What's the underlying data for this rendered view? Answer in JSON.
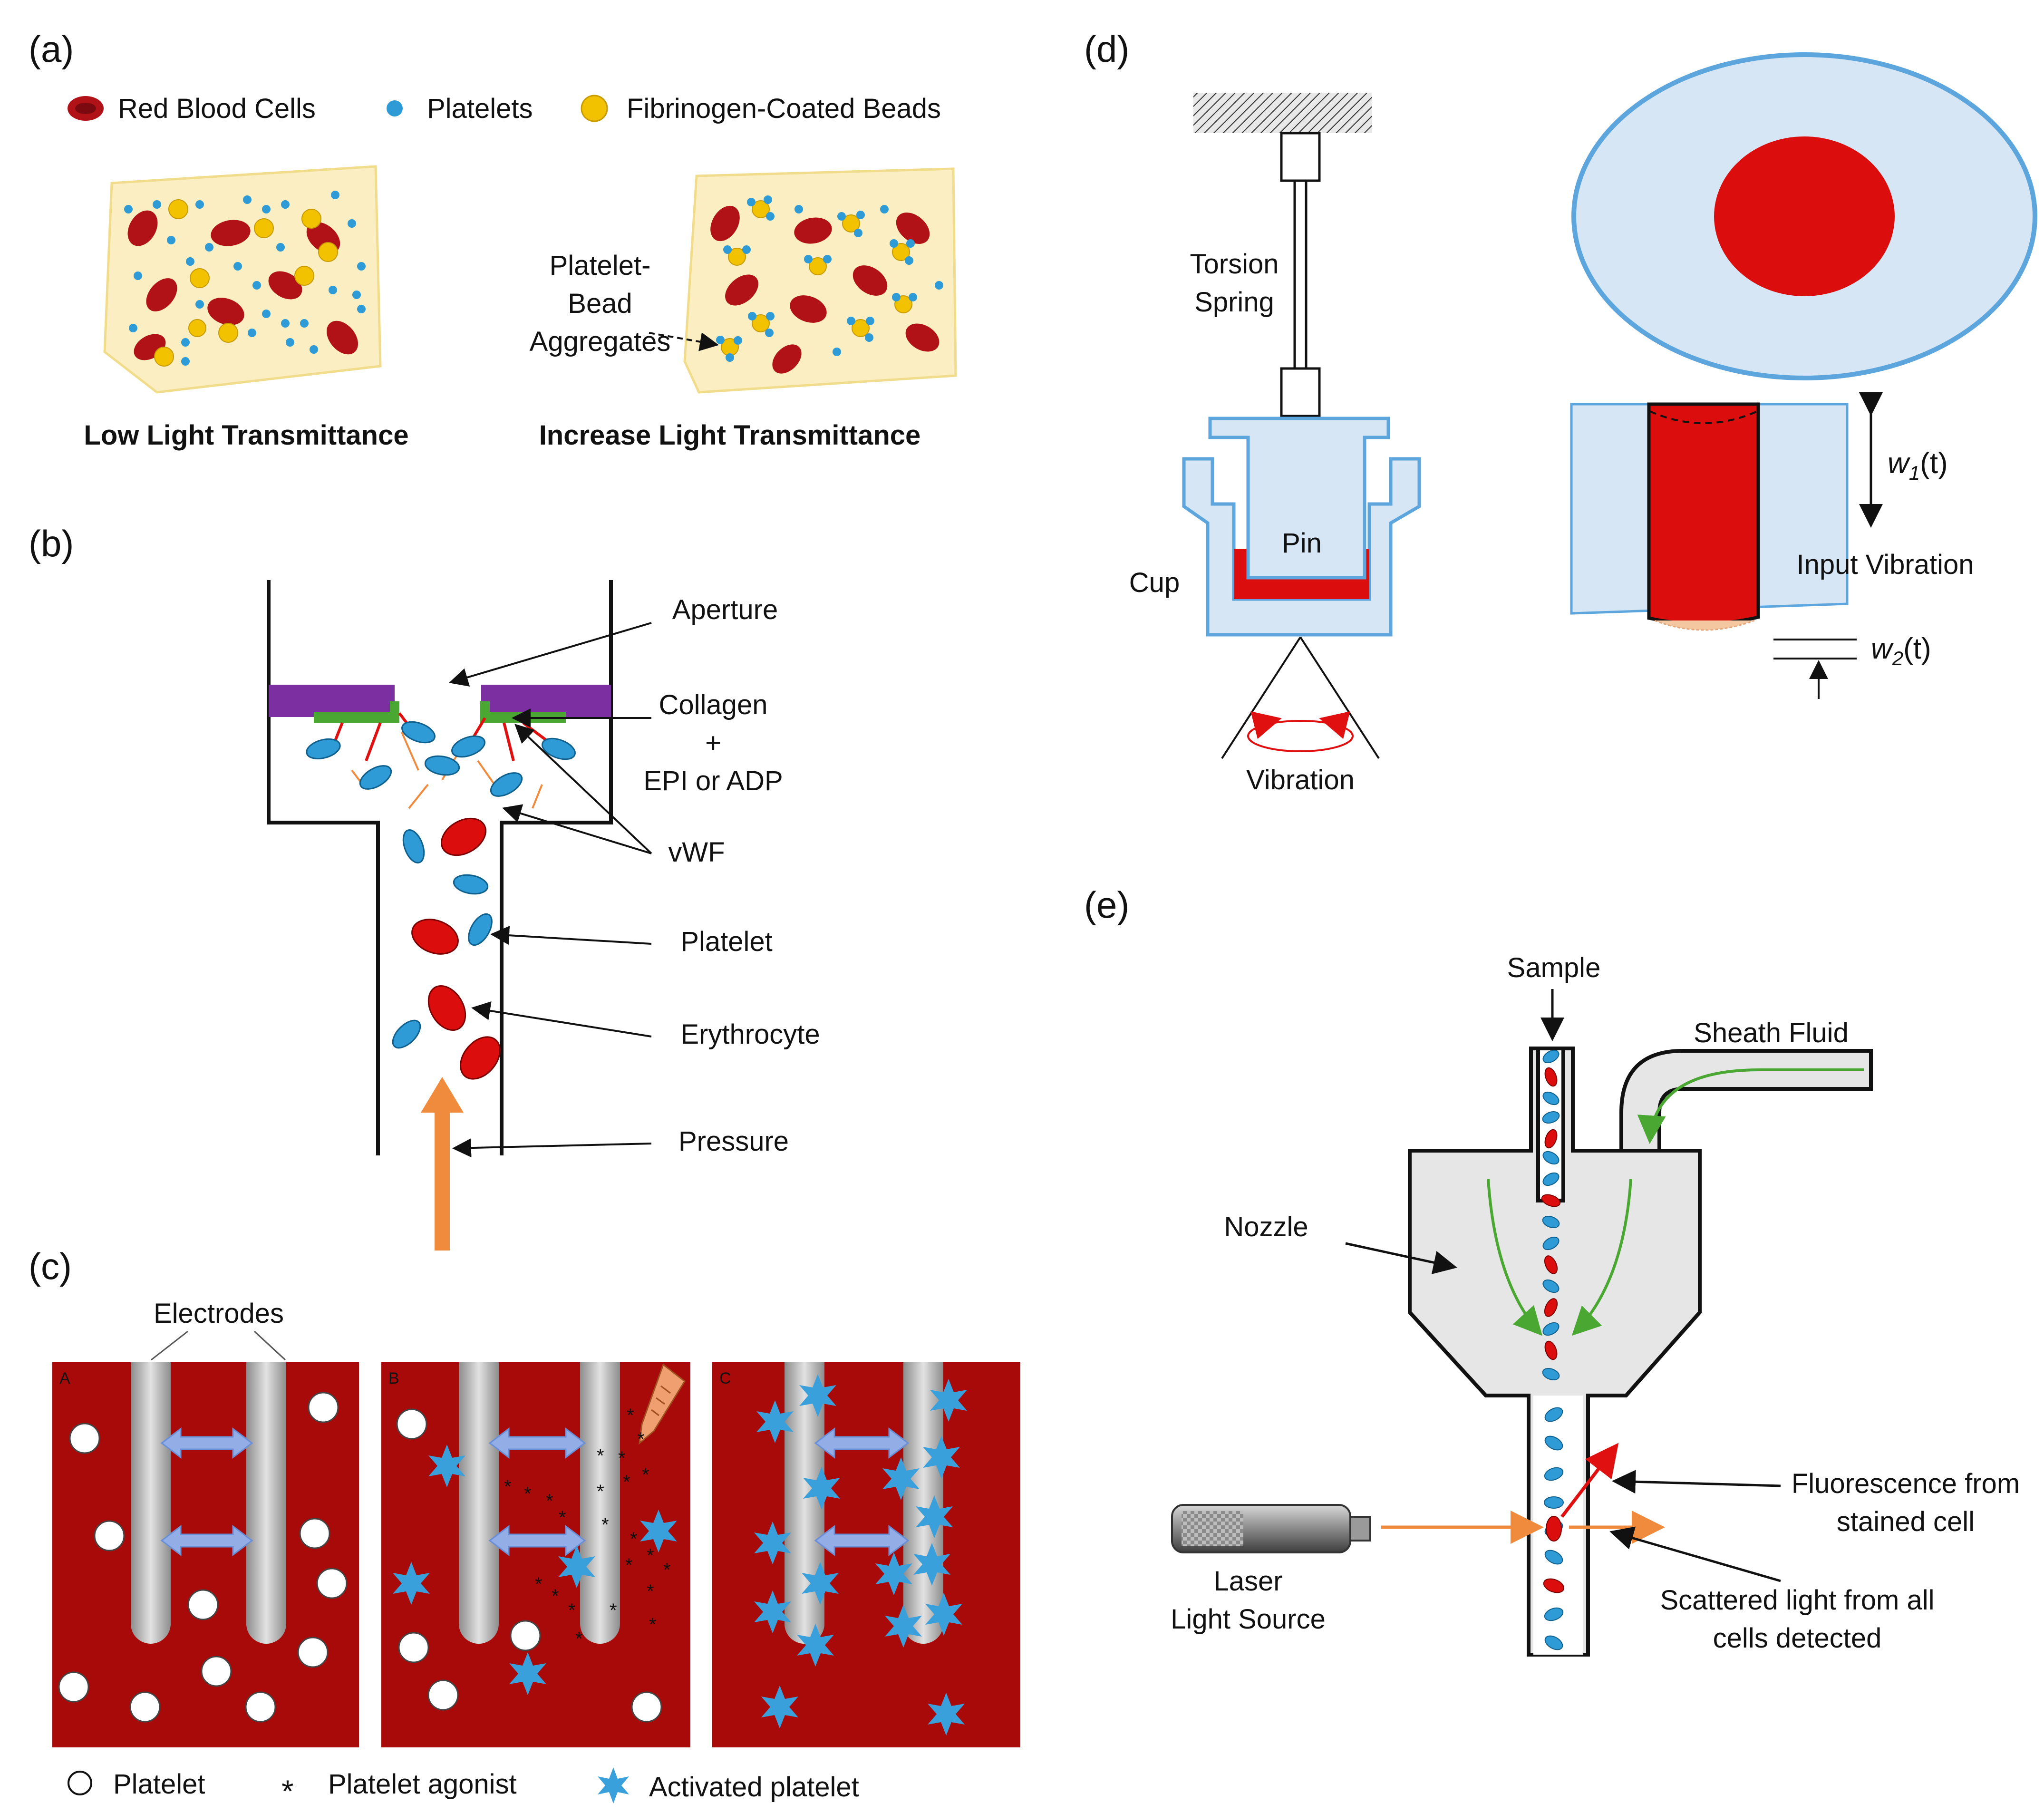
{
  "panel_a": {
    "label": "(a)",
    "legend": [
      "Red Blood Cells",
      "Platelets",
      "Fibrinogen-Coated Beads"
    ],
    "aggregate_label": [
      "Platelet-",
      "Bead",
      "Aggregates"
    ],
    "caption_left": "Low Light Transmittance",
    "caption_right": "Increase Light Transmittance"
  },
  "panel_b": {
    "label": "(b)",
    "aperture": "Aperture",
    "collagen": [
      "Collagen",
      "+",
      "EPI or ADP"
    ],
    "vwf": "vWF",
    "platelet": "Platelet",
    "erythrocyte": "Erythrocyte",
    "pressure": "Pressure"
  },
  "panel_c": {
    "label": "(c)",
    "electrodes": "Electrodes",
    "sub_labels": [
      "A",
      "B",
      "C"
    ],
    "legend": [
      "Platelet",
      "Platelet agonist",
      "Activated platelet"
    ]
  },
  "panel_d": {
    "label": "(d)",
    "torsion_spring": [
      "Torsion",
      "Spring"
    ],
    "pin": "Pin",
    "cup": "Cup",
    "vibration": "Vibration",
    "input_vibration": "Input Vibration",
    "w1": "w",
    "w1_sub": "1",
    "w1_tail": "(t)",
    "w2": "w",
    "w2_sub": "2",
    "w2_tail": "(t)"
  },
  "panel_e": {
    "label": "(e)",
    "sample": "Sample",
    "sheath_fluid": "Sheath Fluid",
    "nozzle": "Nozzle",
    "laser": [
      "Laser",
      "Light Source"
    ],
    "fluorescence": [
      "Fluorescence from",
      "stained cell"
    ],
    "scattered": [
      "Scattered light from all",
      "cells detected"
    ]
  },
  "colors": {
    "rbc": "#b01218",
    "platelet_blue": "#2f9bd6",
    "bead_yellow": "#f2c200",
    "dish_fill": "#fbeec2",
    "purple": "#7b2fa0",
    "green": "#4aa832",
    "orange": "#f08a3c",
    "dark_red_bg": "#a80a0a",
    "star_blue": "#3aa0dc",
    "light_blue": "#d6e6f4",
    "edge_blue": "#5ca5dd",
    "blood_red": "#dc0d0d",
    "nozzle_gray": "#e6e6e6"
  }
}
